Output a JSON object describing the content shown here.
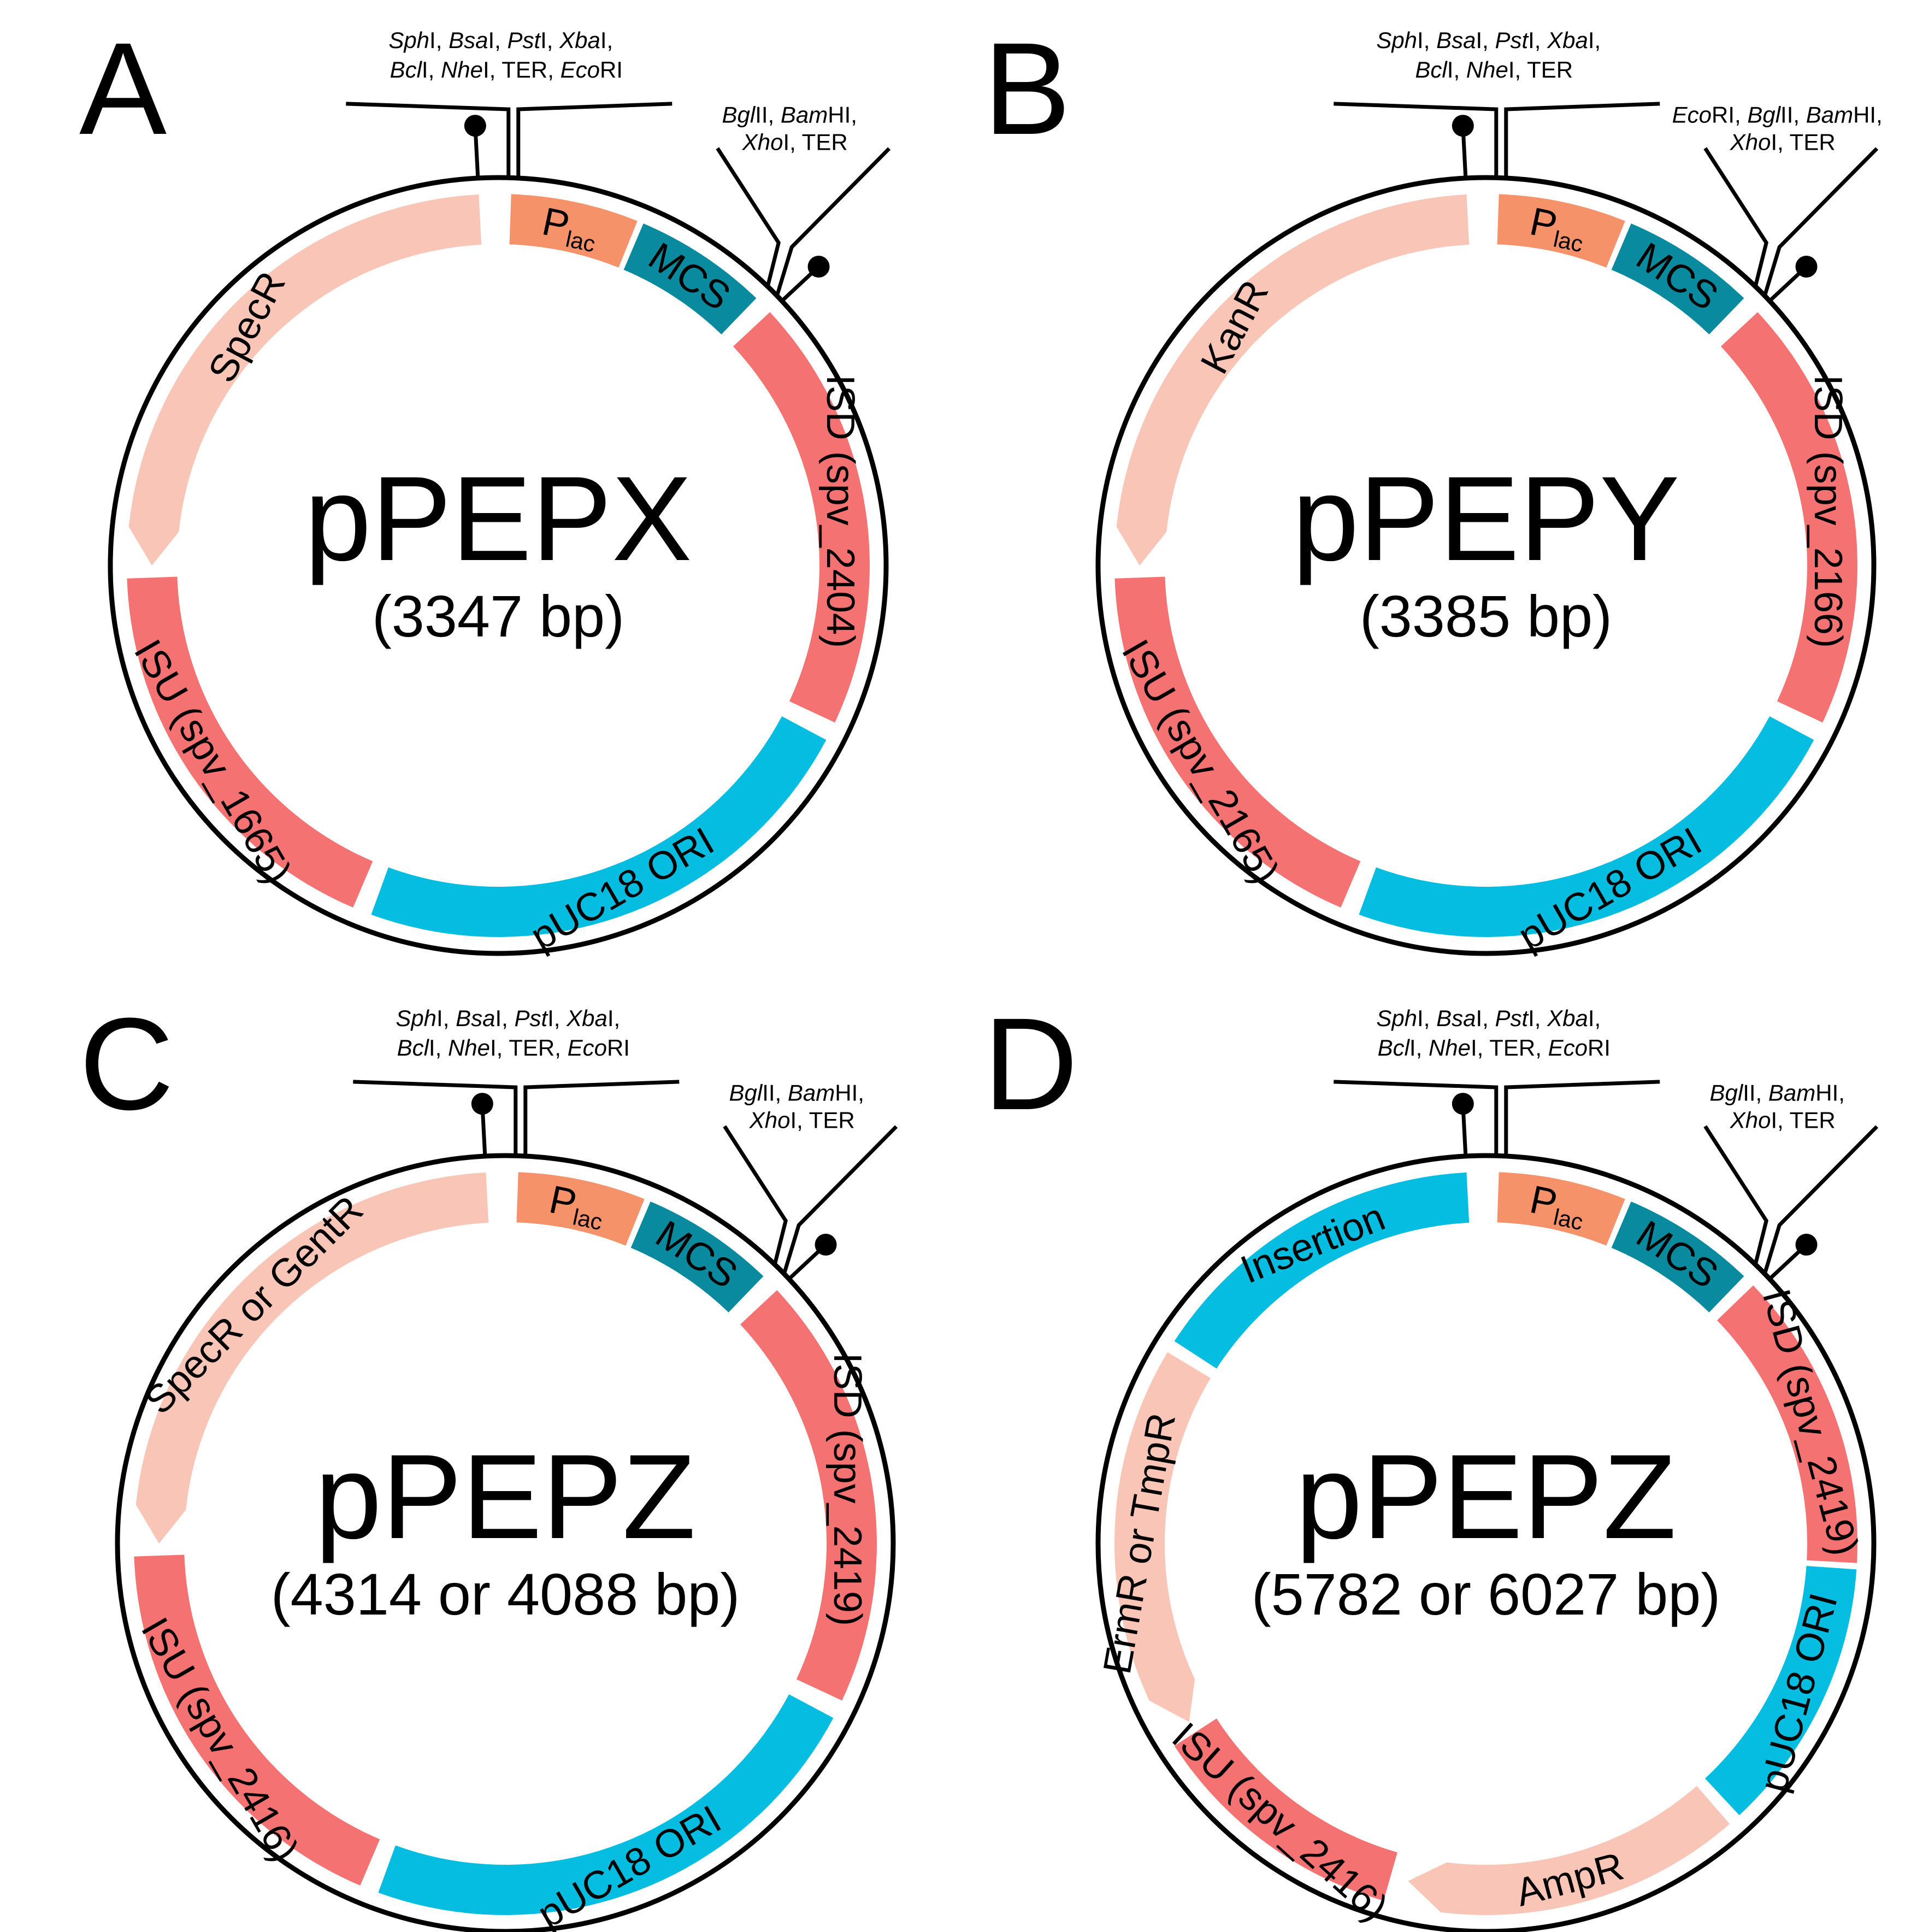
{
  "colors": {
    "resistance": "#f9c5b7",
    "promoter": "#f6926a",
    "mcs": "#0a8a9e",
    "isd_isu": "#f47272",
    "ori": "#05bde0",
    "insertion": "#05bde0",
    "line": "#000000"
  },
  "panels": [
    {
      "letter": "A",
      "name": "pPEPX",
      "size": "(3347 bp)",
      "sites1": {
        "line1": [
          [
            "Sph",
            true
          ],
          [
            "I, ",
            false
          ],
          [
            "Bsa",
            true
          ],
          [
            "I, ",
            false
          ],
          [
            "Pst",
            true
          ],
          [
            "I, ",
            false
          ],
          [
            "Xba",
            true
          ],
          [
            "I,",
            false
          ]
        ],
        "line2": [
          [
            "Bcl",
            true
          ],
          [
            "I, ",
            false
          ],
          [
            "Nhe",
            true
          ],
          [
            "I, TER, ",
            false
          ],
          [
            "Eco",
            true
          ],
          [
            "RI",
            false
          ]
        ]
      },
      "sites2": {
        "line1": [
          [
            "Bgl",
            true
          ],
          [
            "II, ",
            false
          ],
          [
            "Bam",
            true
          ],
          [
            "HI,",
            false
          ]
        ],
        "line2": [
          [
            "Xho",
            true
          ],
          [
            "I, TER",
            false
          ]
        ]
      },
      "segments": [
        {
          "label": "SpecR",
          "start": 270,
          "end": 357,
          "color": "resistance",
          "arrow": "start",
          "textRot": -62
        },
        {
          "label": "P",
          "sub": "lac",
          "start": 2,
          "end": 22,
          "color": "promoter"
        },
        {
          "label": "MCS",
          "start": 23,
          "end": 44,
          "color": "mcs"
        },
        {
          "label": "ISD (spv_2404)",
          "start": 47,
          "end": 115,
          "color": "isd_isu",
          "textRot": 90
        },
        {
          "label": "pUC18 ORI",
          "start": 118,
          "end": 200,
          "color": "ori",
          "textRot": -30
        },
        {
          "label": "ISU (spv_1665)",
          "start": 203,
          "end": 268,
          "color": "isd_isu",
          "textRot": 60
        }
      ]
    },
    {
      "letter": "B",
      "name": "pPEPY",
      "size": "(3385 bp)",
      "sites1": {
        "line1": [
          [
            "Sph",
            true
          ],
          [
            "I, ",
            false
          ],
          [
            "Bsa",
            true
          ],
          [
            "I, ",
            false
          ],
          [
            "Pst",
            true
          ],
          [
            "I, ",
            false
          ],
          [
            "Xba",
            true
          ],
          [
            "I,",
            false
          ]
        ],
        "line2": [
          [
            "Bcl",
            true
          ],
          [
            "I, ",
            false
          ],
          [
            "Nhe",
            true
          ],
          [
            "I, TER",
            false
          ]
        ]
      },
      "sites2": {
        "line1": [
          [
            "Eco",
            true
          ],
          [
            "RI, ",
            false
          ],
          [
            "Bgl",
            true
          ],
          [
            "II, ",
            false
          ],
          [
            "Bam",
            true
          ],
          [
            "HI,",
            false
          ]
        ],
        "line2": [
          [
            "Xho",
            true
          ],
          [
            "I, TER",
            false
          ]
        ]
      },
      "segments": [
        {
          "label": "KanR",
          "start": 270,
          "end": 357,
          "color": "resistance",
          "arrow": "start",
          "textRot": -62
        },
        {
          "label": "P",
          "sub": "lac",
          "start": 2,
          "end": 22,
          "color": "promoter"
        },
        {
          "label": "MCS",
          "start": 23,
          "end": 44,
          "color": "mcs"
        },
        {
          "label": "ISD (spv_2166)",
          "start": 47,
          "end": 115,
          "color": "isd_isu",
          "textRot": 90
        },
        {
          "label": "pUC18 ORI",
          "start": 118,
          "end": 200,
          "color": "ori",
          "textRot": -30
        },
        {
          "label": "ISU (spv_2165)",
          "start": 203,
          "end": 268,
          "color": "isd_isu",
          "textRot": 60
        }
      ]
    },
    {
      "letter": "C",
      "name": "pPEPZ",
      "size": "(4314 or 4088 bp)",
      "sites1": {
        "line1": [
          [
            "Sph",
            true
          ],
          [
            "I, ",
            false
          ],
          [
            "Bsa",
            true
          ],
          [
            "I, ",
            false
          ],
          [
            "Pst",
            true
          ],
          [
            "I, ",
            false
          ],
          [
            "Xba",
            true
          ],
          [
            "I,",
            false
          ]
        ],
        "line2": [
          [
            "Bcl",
            true
          ],
          [
            "I, ",
            false
          ],
          [
            "Nhe",
            true
          ],
          [
            "I, TER, ",
            false
          ],
          [
            "Eco",
            true
          ],
          [
            "RI",
            false
          ]
        ]
      },
      "sites2": {
        "line1": [
          [
            "Bgl",
            true
          ],
          [
            "II, ",
            false
          ],
          [
            "Bam",
            true
          ],
          [
            "HI,",
            false
          ]
        ],
        "line2": [
          [
            "Xho",
            true
          ],
          [
            "I, TER",
            false
          ]
        ]
      },
      "segments": [
        {
          "label": "SpecR or GentR",
          "start": 270,
          "end": 357,
          "color": "resistance",
          "arrow": "start",
          "textRot": -45
        },
        {
          "label": "P",
          "sub": "lac",
          "start": 2,
          "end": 22,
          "color": "promoter"
        },
        {
          "label": "MCS",
          "start": 23,
          "end": 44,
          "color": "mcs"
        },
        {
          "label": "ISD (spv_2419)",
          "start": 47,
          "end": 115,
          "color": "isd_isu",
          "textRot": 90
        },
        {
          "label": "pUC18 ORI",
          "start": 118,
          "end": 200,
          "color": "ori",
          "textRot": -30
        },
        {
          "label": "ISU (spv_2416)",
          "start": 203,
          "end": 268,
          "color": "isd_isu",
          "textRot": 60
        }
      ]
    },
    {
      "letter": "D",
      "name": "pPEPZ",
      "size": "(5782 or 6027 bp)",
      "sites1": {
        "line1": [
          [
            "Sph",
            true
          ],
          [
            "I, ",
            false
          ],
          [
            "Bsa",
            true
          ],
          [
            "I, ",
            false
          ],
          [
            "Pst",
            true
          ],
          [
            "I, ",
            false
          ],
          [
            "Xba",
            true
          ],
          [
            "I,",
            false
          ]
        ],
        "line2": [
          [
            "Bcl",
            true
          ],
          [
            "I, ",
            false
          ],
          [
            "Nhe",
            true
          ],
          [
            "I, TER, ",
            false
          ],
          [
            "Eco",
            true
          ],
          [
            "RI",
            false
          ]
        ]
      },
      "sites2": {
        "line1": [
          [
            "Bgl",
            true
          ],
          [
            "II, ",
            false
          ],
          [
            "Bam",
            true
          ],
          [
            "HI,",
            false
          ]
        ],
        "line2": [
          [
            "Xho",
            true
          ],
          [
            "I, TER",
            false
          ]
        ]
      },
      "segments": [
        {
          "label": "Insertion",
          "start": 303,
          "end": 357,
          "color": "insertion",
          "textRot": -22
        },
        {
          "label": "P",
          "sub": "lac",
          "start": 2,
          "end": 22,
          "color": "promoter"
        },
        {
          "label": "MCS",
          "start": 23,
          "end": 44,
          "color": "mcs"
        },
        {
          "label": "ISD (spv_2419)",
          "start": 46,
          "end": 93,
          "color": "isd_isu",
          "textRot": 75
        },
        {
          "label": "pUC18 ORI",
          "start": 94,
          "end": 137,
          "color": "ori",
          "textRot": -75
        },
        {
          "label": "AmpR",
          "start": 139,
          "end": 193,
          "color": "resistance",
          "arrow": "end",
          "textRot": -15
        },
        {
          "label": "ISU (spv_2416)",
          "start": 196,
          "end": 237,
          "color": "isd_isu",
          "textRot": 42
        },
        {
          "label": "ErmR or TmpR",
          "start": 239,
          "end": 301,
          "color": "resistance",
          "arrow": "start",
          "textRot": -80
        }
      ]
    }
  ]
}
